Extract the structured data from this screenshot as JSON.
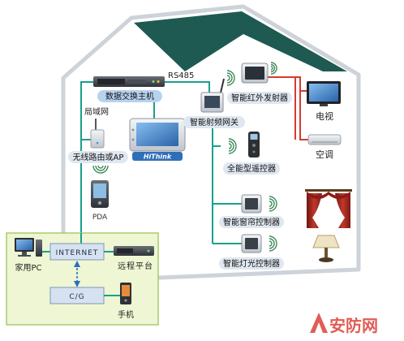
{
  "nodes": {
    "exchange_host": {
      "label": "数据交换主机",
      "icon": "server-rack-icon"
    },
    "rs485": {
      "label": "RS485"
    },
    "lan": {
      "label": "局域网"
    },
    "touch_panel": {
      "label": "HiThink",
      "icon": "touch-panel-icon"
    },
    "router": {
      "label": "无线路由或AP",
      "icon": "wireless-router-icon"
    },
    "pda": {
      "label": "PDA",
      "icon": "pda-icon"
    },
    "rf_gateway": {
      "label": "智能射频网关",
      "icon": "rf-gateway-icon"
    },
    "ir_transmitter": {
      "label": "智能红外发射器",
      "icon": "ir-transmitter-icon"
    },
    "tv": {
      "label": "电视",
      "icon": "tv-icon"
    },
    "air_conditioner": {
      "label": "空调",
      "icon": "air-conditioner-icon"
    },
    "universal_remote": {
      "label": "全能型遥控器",
      "icon": "remote-control-icon"
    },
    "curtain_controller": {
      "label": "智能窗帘控制器",
      "icon": "curtain-controller-icon"
    },
    "curtain": {
      "icon": "curtain-icon"
    },
    "light_controller": {
      "label": "智能灯光控制器",
      "icon": "light-controller-icon"
    },
    "lamp": {
      "icon": "table-lamp-icon"
    },
    "home_pc": {
      "label": "家用PC",
      "icon": "desktop-pc-icon"
    },
    "internet": {
      "label": "INTERNET"
    },
    "remote_platform": {
      "label": "远程平台",
      "icon": "server-icon"
    },
    "cg": {
      "label": "C/G"
    },
    "mobile_phone": {
      "label": "手机",
      "icon": "mobile-phone-icon"
    }
  },
  "icons": {
    "wireless": "wifi-signal-icon",
    "house": "house-icon"
  },
  "watermark": {
    "text": "安防网",
    "icon": "anfang-logo-icon"
  },
  "colors": {
    "roof": "#1e5a52",
    "house_outline": "#cdd3d8",
    "connector": "#19a08b",
    "ir_link": "#d63a2f",
    "remote_panel": "#eef6d4",
    "label_pill": "#dfe7f0",
    "host_pill": "#b7d2ef",
    "touch_panel_bar": "#2f6fb8",
    "watermark": "#d9342b"
  }
}
